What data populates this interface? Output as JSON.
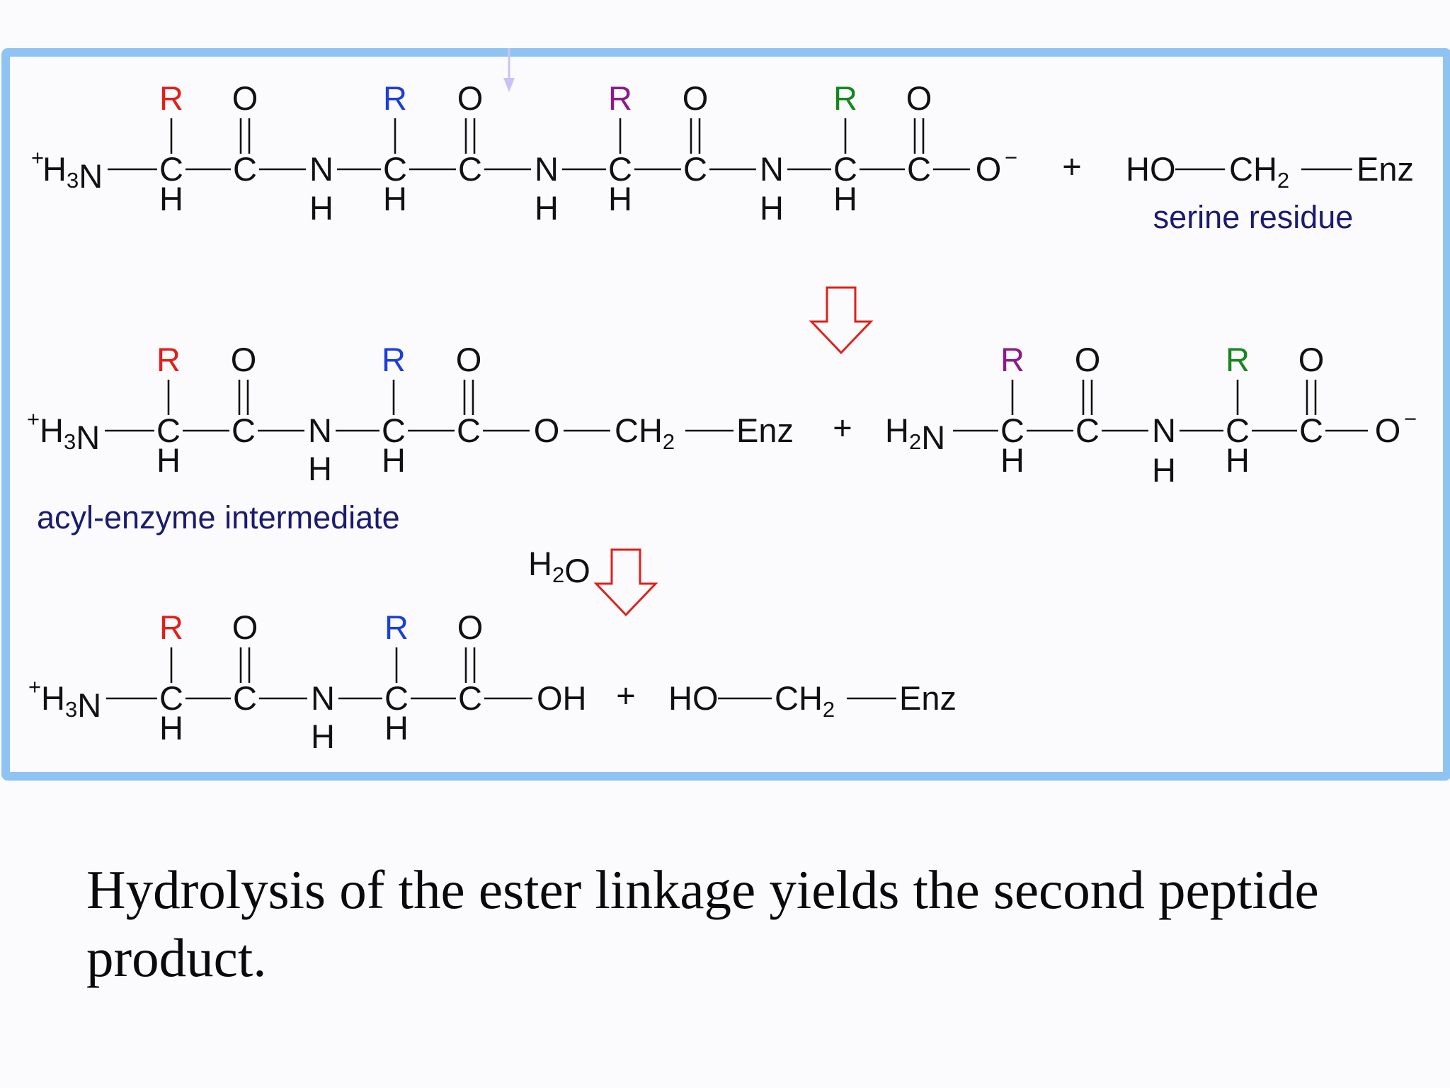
{
  "colors": {
    "frame": "#8ec3f2",
    "r_red": "#e0201a",
    "r_blue": "#1b3fd8",
    "r_purple": "#8b1a8b",
    "r_green": "#15871e",
    "note": "#1b1b6e",
    "arrow": "#e0201a",
    "marker_arrow": "#c9c3f5"
  },
  "icons": {
    "reaction_arrow": "hollow-down-arrow-icon",
    "cleavage_marker": "cleavage-site-arrow-icon"
  },
  "atoms": {
    "R": "R",
    "O": "O",
    "C": "C",
    "N": "N",
    "H": "H",
    "OH": "OH",
    "H3N": "H3N",
    "H2N": "H2N",
    "HO": "HO",
    "CH2": "CH2",
    "Enz": "Enz",
    "H2O": "H2O",
    "plus_charge": "+",
    "minus_charge": "−",
    "plus_sign": "+"
  },
  "labels": {
    "serine_residue": "serine residue",
    "acyl_enzyme": "acyl-enzyme intermediate"
  },
  "caption": "Hydrolysis of the ester linkage yields the second peptide product."
}
